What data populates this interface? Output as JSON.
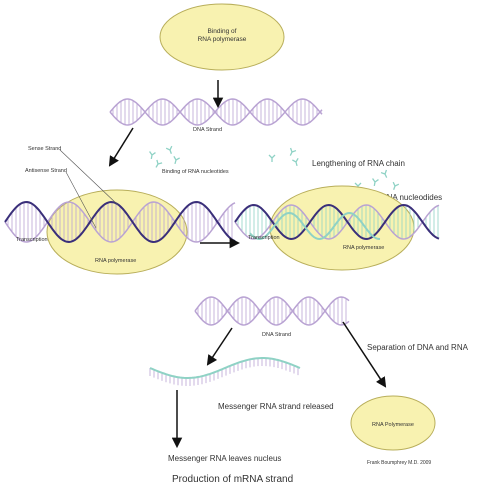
{
  "labels": {
    "binding_polymerase": [
      "Binding of",
      "RNA polymerase"
    ],
    "dna_strand_top": "DNA Strand",
    "sense_strand": "Sense Strand",
    "antisense_strand": "Antisense Strand",
    "binding_nucleotides_small": "Binding of RNA nucleotides",
    "transcription_left": "Transcription",
    "rna_polymerase_left": "RNA polymerase",
    "lengthening": "Lengthening of RNA chain",
    "binding_nucleotides_large": "Binding of RNA nucleodides",
    "transcription_right": "Transcription",
    "rna_polymerase_right": "RNA polymerase",
    "dna_strand_middle": "DNA Strand",
    "separation": "Separation of DNA and RNA",
    "messenger_released": "Messenger RNA strand released",
    "rna_polymerase_small": "RNA Polymerase",
    "messenger_leaves": "Messenger RNA leaves nucleus",
    "author": "Frank Boumphrey M.D. 2009",
    "title": "Production of mRNA strand"
  },
  "colors": {
    "ellipse_fill": "#f8f2b0",
    "ellipse_stroke": "#b8ae5a",
    "dna_light": "#b9a3d3",
    "dna_dark": "#3a2f7a",
    "rna": "#8fd2c5",
    "arrow": "#111111"
  }
}
